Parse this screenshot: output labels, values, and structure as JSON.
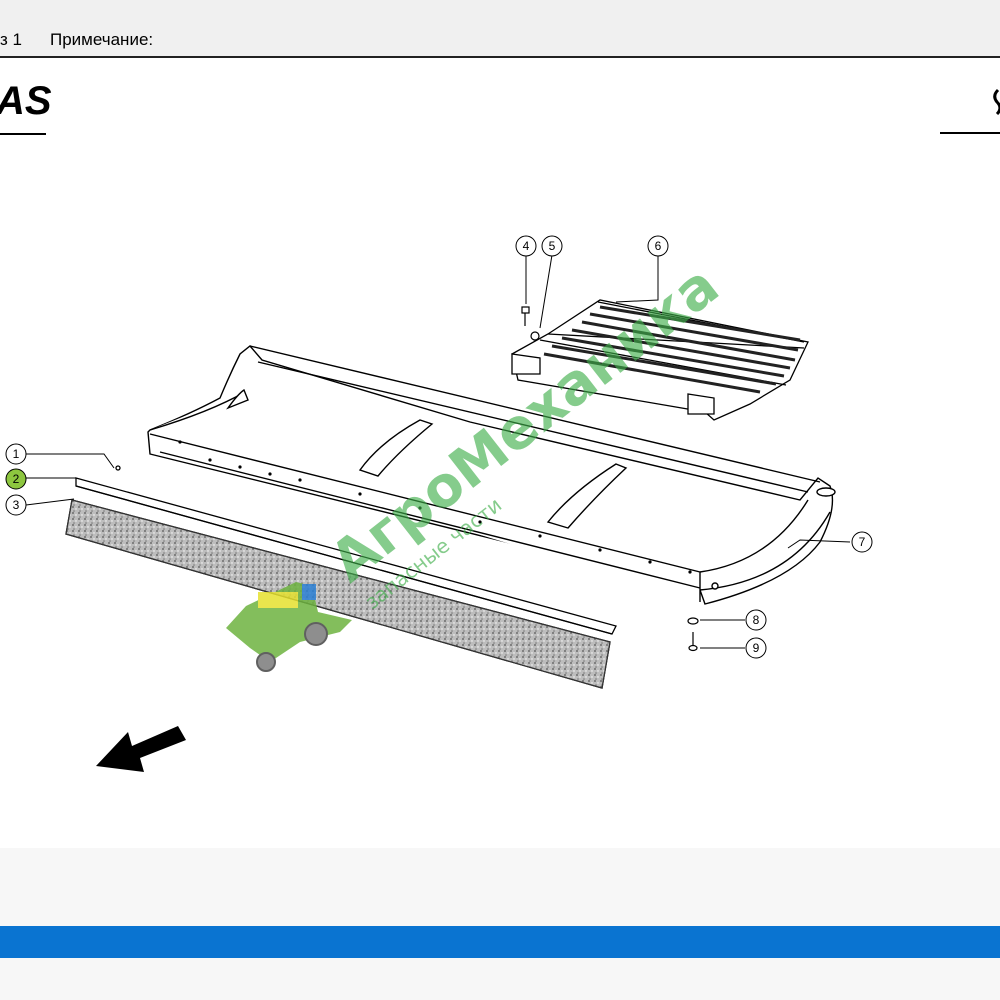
{
  "toolbar": {
    "page_indicator": "з 1",
    "note_label": "Примечание:"
  },
  "drawing": {
    "brand_logo": "AS",
    "callouts": [
      "1",
      "2",
      "3",
      "4",
      "5",
      "6",
      "7",
      "8",
      "9"
    ],
    "watermark": {
      "title": "АгроМеханика",
      "subtitle": "запасные части"
    }
  },
  "colors": {
    "accent_blue": "#0a74d1",
    "callout_highlight": "#8dc63f",
    "watermark_green": "#3fae49"
  }
}
